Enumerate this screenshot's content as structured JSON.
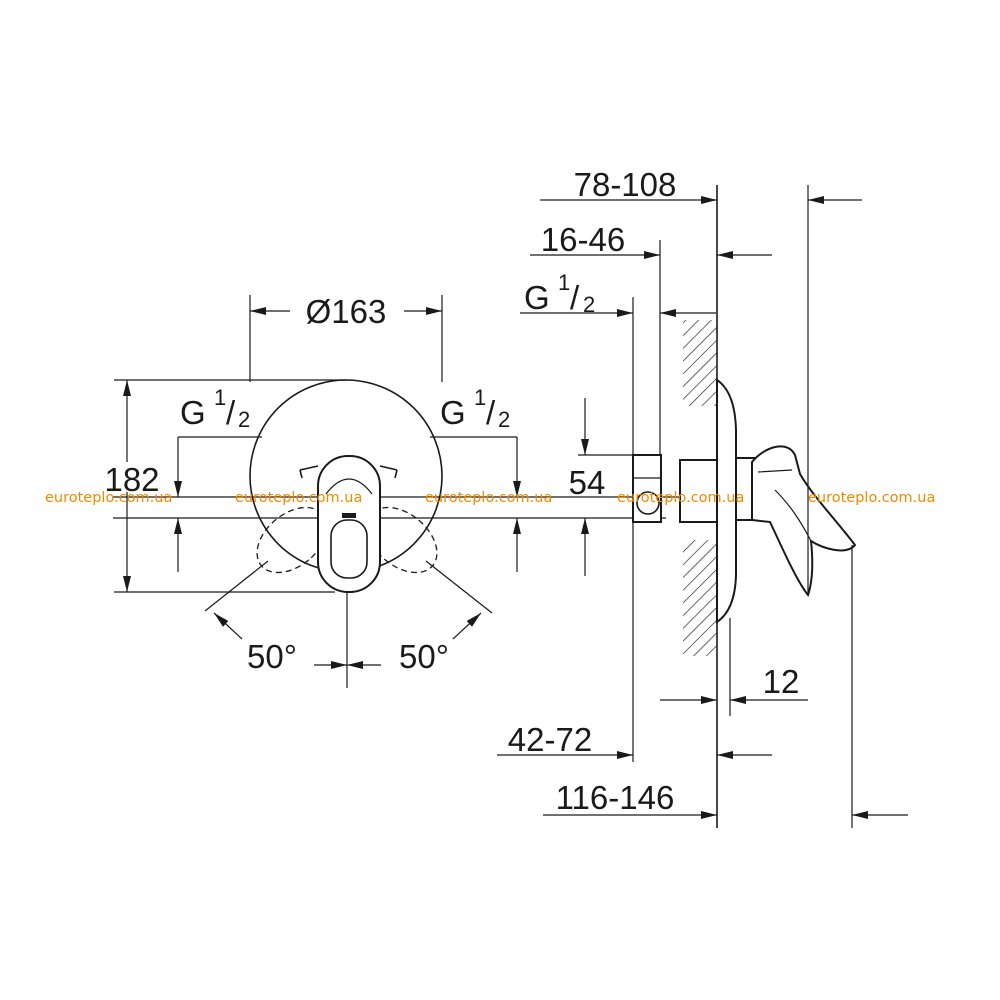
{
  "watermark": "euroteplo.com.ua",
  "dims": {
    "diameter": "Ø163",
    "height": "182",
    "thread_g": "G",
    "thread_num": "1",
    "thread_slash": "/",
    "thread_den": "2",
    "angle": "50°",
    "d78_108": "78-108",
    "d16_46": "16-46",
    "d54": "54",
    "d12": "12",
    "d42_72": "42-72",
    "d116_146": "116-146"
  },
  "colors": {
    "line": "#1a1a1a",
    "watermark": "#f08a00"
  }
}
